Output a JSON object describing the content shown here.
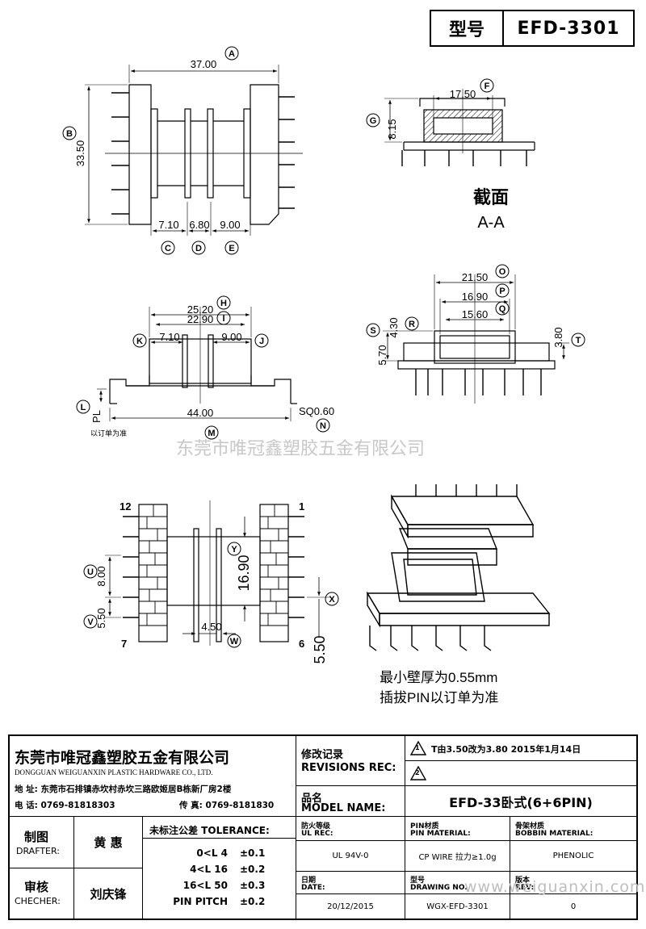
{
  "header": {
    "type_label": "型号",
    "model_code": "EFD-3301"
  },
  "views": {
    "top_view": {
      "circle_labels": [
        "A",
        "B",
        "C",
        "D",
        "E"
      ],
      "dims": {
        "width": "37.00",
        "height": "33.50",
        "d1": "7.10",
        "d2": "6.80",
        "d3": "9.00"
      }
    },
    "section_view": {
      "circle_labels": [
        "F",
        "G"
      ],
      "dims": {
        "inner_width": "17.50",
        "height": "8.15"
      },
      "title": "截面",
      "subtitle": "A-A"
    },
    "side_view": {
      "circle_labels": [
        "H",
        "I",
        "J",
        "K",
        "L",
        "M",
        "N"
      ],
      "dims": {
        "w1": "25.20",
        "w2": "22.90",
        "d1": "7.10",
        "d2": "9.00",
        "total": "44.00",
        "pin_square": "SQ0.60",
        "pl": "PL"
      },
      "note": "以订单为准"
    },
    "end_view": {
      "circle_labels": [
        "O",
        "P",
        "Q",
        "R",
        "S",
        "T"
      ],
      "dims": {
        "w1": "21.50",
        "w2": "16.90",
        "w3": "15.60",
        "h1": "4.30",
        "h2": "5.70",
        "h3": "3.80"
      }
    },
    "bottom_view": {
      "circle_labels": [
        "U",
        "V",
        "W",
        "X",
        "Y"
      ],
      "pin_labels": {
        "p12": "12",
        "p1": "1",
        "p7": "7",
        "p6": "6"
      },
      "dims": {
        "pitch_row": "8.00",
        "pitch": "5.50",
        "inner": "16.90",
        "gap": "4.50",
        "pin_offset": "5.50"
      }
    }
  },
  "notes": {
    "line1": "最小壁厚为0.55mm",
    "line2": "插拔PIN以订单为准"
  },
  "watermark": {
    "center": "东莞市唯冠鑫塑胶五金有限公司",
    "corner": "www.weiguanxin.com"
  },
  "company": {
    "name_cn": "东莞市唯冠鑫塑胶五金有限公司",
    "name_en": "DONGGUAN WEIGUANXIN PLASTIC HARDWARE CO., LTD.",
    "address": "地 址: 东莞市石排镇赤坎村赤坎三路欧姬居B栋新厂房2楼",
    "phone": "电 话: 0769-81818303",
    "fax": "传 真: 0769-8181830"
  },
  "title_block": {
    "revisions_cn": "修改记录",
    "revisions_en": "REVISIONS REC:",
    "rev1_mark": "1",
    "rev1_text": "T由3.50改为3.80   2015年1月14日",
    "rev2_mark": "2",
    "model_cn": "品名",
    "model_en": "MODEL NAME:",
    "model_value": "EFD-33卧式(6+6PIN)",
    "drafter_cn": "制图",
    "drafter_en": "DRAFTER:",
    "drafter_name": "黄 惠",
    "checker_cn": "审核",
    "checker_en": "CHECHER:",
    "checker_name": "刘庆锋",
    "tolerance_title": "未标注公差 TOLERANCE:",
    "tol_rows": [
      {
        "range": "0<L  4",
        "value": "±0.1"
      },
      {
        "range": "4<L  16",
        "value": "±0.2"
      },
      {
        "range": "16<L  50",
        "value": "±0.3"
      },
      {
        "range": "PIN PITCH",
        "value": "±0.2"
      }
    ],
    "ul_cn": "防火等级",
    "ul_en": "UL REC:",
    "ul_value": "UL 94V-0",
    "pin_cn": "PIN材质",
    "pin_en": "PIN MATERIAL:",
    "pin_value": "CP WIRE 拉力≥1.0g",
    "bobbin_cn": "骨架材质",
    "bobbin_en": "BOBBIN MATERIAL:",
    "bobbin_value": "PHENOLIC",
    "date_cn": "日期",
    "date_en": "DATE:",
    "date_value": "20/12/2015",
    "drawing_cn": "型号",
    "drawing_en": "DRAWING NO.",
    "drawing_value": "WGX-EFD-3301",
    "rev_cn": "版本",
    "rev_en": "REV:",
    "rev_value": "0"
  }
}
